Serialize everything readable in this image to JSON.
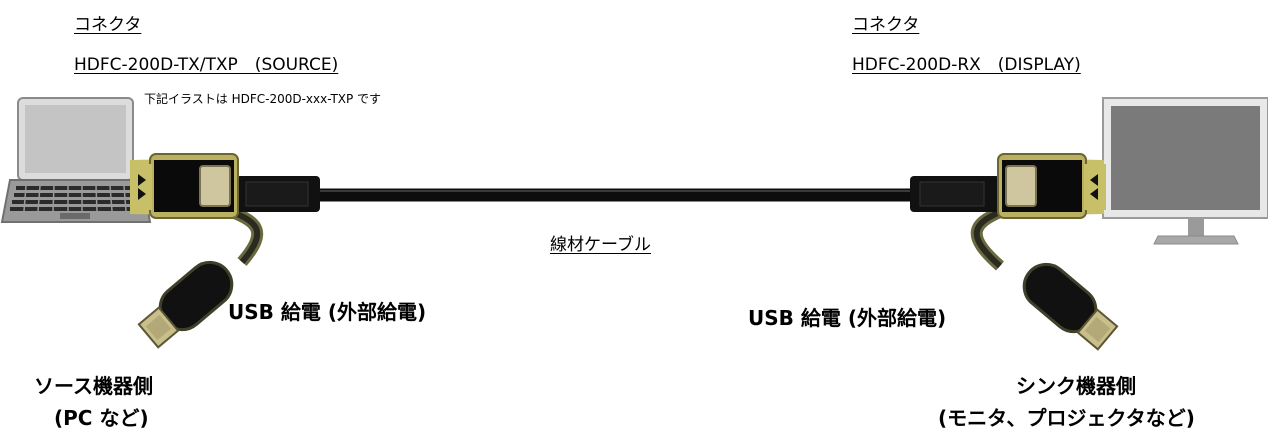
{
  "left": {
    "connector_label": "コネクタ",
    "model": "HDFC-200D-TX/TXP　(SOURCE)",
    "note": "下記イラストは HDFC-200D-xxx-TXP です",
    "usb_power": "USB 給電 (外部給電)",
    "device_line1": "ソース機器側",
    "device_line2": "(PC など)"
  },
  "right": {
    "connector_label": "コネクタ",
    "model": "HDFC-200D-RX　(DISPLAY)",
    "usb_power": "USB 給電 (外部給電)",
    "device_line1": "シンク機器側",
    "device_line2": "(モニタ、プロジェクタなど)"
  },
  "cable_label": "線材ケーブル",
  "icons": {
    "laptop": "laptop-icon",
    "monitor": "monitor-icon",
    "tx_connector": "connector-tx-icon",
    "rx_connector": "connector-rx-icon",
    "usb_plug": "usb-plug-icon"
  },
  "colors": {
    "connector_body": "#0a0a0a",
    "connector_frame": "#c8c069",
    "connector_pad": "#cfc6a0",
    "cable": "#111111",
    "laptop_screen": "#bfbfbf",
    "monitor_screen": "#7a7a7a"
  }
}
